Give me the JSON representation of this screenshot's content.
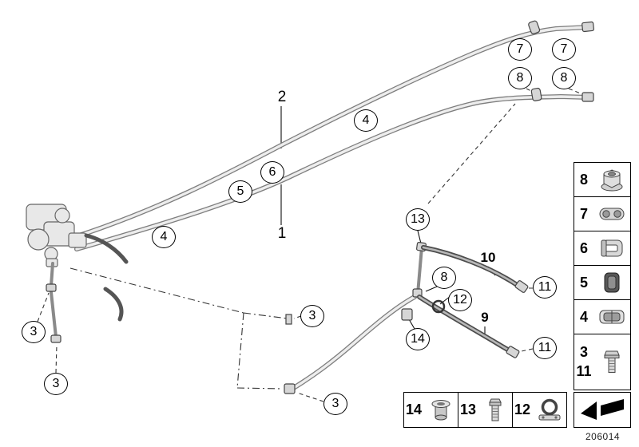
{
  "diagram": {
    "number": "206014",
    "description": "Hydraulic fluid lines parts diagram"
  },
  "colors": {
    "line": "#000000",
    "pipe": "#7e7e7e",
    "hose": "#4c4c4c",
    "background": "#ffffff"
  },
  "callouts": {
    "circled": [
      {
        "label": "7"
      },
      {
        "label": "7"
      },
      {
        "label": "8"
      },
      {
        "label": "8"
      },
      {
        "label": "4"
      },
      {
        "label": "6"
      },
      {
        "label": "5"
      },
      {
        "label": "4"
      },
      {
        "label": "13"
      },
      {
        "label": "8"
      },
      {
        "label": "12"
      },
      {
        "label": "11"
      },
      {
        "label": "3"
      },
      {
        "label": "14"
      },
      {
        "label": "11"
      },
      {
        "label": "3"
      },
      {
        "label": "3"
      },
      {
        "label": "3"
      }
    ],
    "plain": [
      {
        "label": "2"
      },
      {
        "label": "1"
      },
      {
        "label": "10"
      },
      {
        "label": "9"
      }
    ]
  },
  "parts_panel": {
    "items": [
      {
        "label": "8",
        "icon": "flange-nut-icon"
      },
      {
        "label": "7",
        "icon": "grommet-icon"
      },
      {
        "label": "6",
        "icon": "retaining-clip-icon"
      },
      {
        "label": "5",
        "icon": "rubber-mount-icon"
      },
      {
        "label": "4",
        "icon": "clamp-bracket-icon"
      },
      {
        "label": "3",
        "label_secondary": "11",
        "icon": "screw-icon"
      }
    ],
    "direction_box": {
      "icon": "direction-arrow-icon"
    }
  },
  "bottom_legend": {
    "items": [
      {
        "label": "14",
        "icon": "sleeve-bushing-icon"
      },
      {
        "label": "13",
        "icon": "hex-bolt-icon"
      },
      {
        "label": "12",
        "icon": "hose-clamp-icon"
      }
    ]
  }
}
